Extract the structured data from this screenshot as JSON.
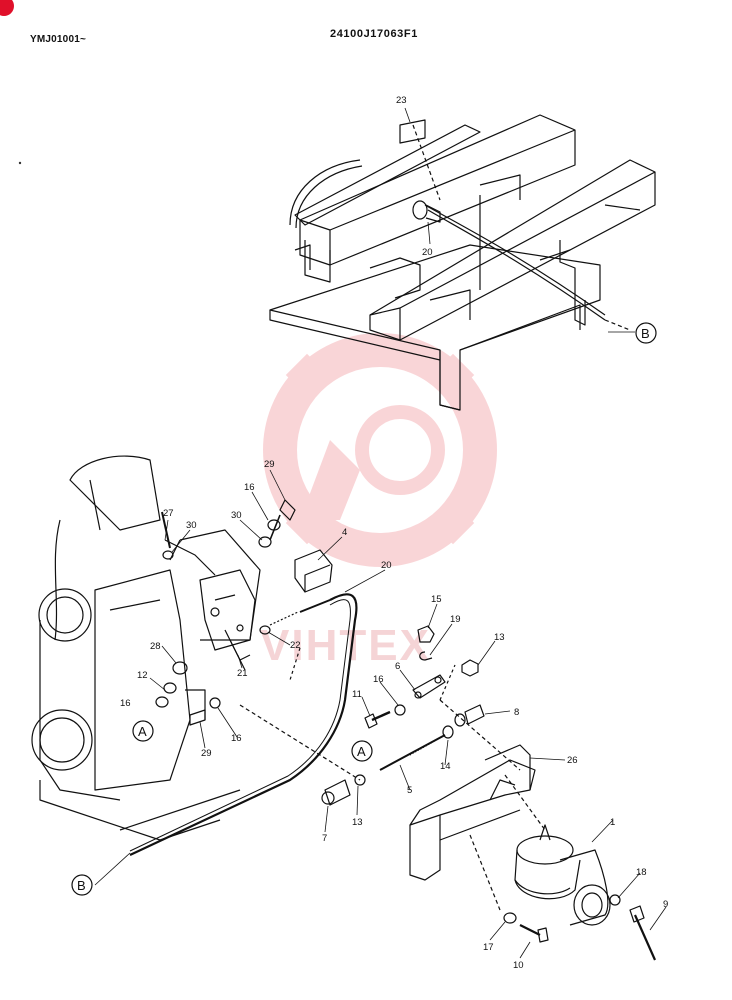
{
  "header": {
    "serial_range": "YMJ01001~",
    "drawing_number": "24100J17063F1"
  },
  "watermark": {
    "text": "VIHTEX",
    "color": "#f08a90"
  },
  "colors": {
    "ink": "#111111",
    "corner_mark": "#e0102a"
  },
  "callouts": [
    {
      "id": "c23",
      "label": "23"
    },
    {
      "id": "c20a",
      "label": "20"
    },
    {
      "id": "c29a",
      "label": "29"
    },
    {
      "id": "c16a",
      "label": "16"
    },
    {
      "id": "c30a",
      "label": "30"
    },
    {
      "id": "c27",
      "label": "27"
    },
    {
      "id": "c30b",
      "label": "30"
    },
    {
      "id": "c4",
      "label": "4"
    },
    {
      "id": "c20b",
      "label": "20"
    },
    {
      "id": "c15",
      "label": "15"
    },
    {
      "id": "c19",
      "label": "19"
    },
    {
      "id": "c13a",
      "label": "13"
    },
    {
      "id": "c22",
      "label": "22"
    },
    {
      "id": "c21",
      "label": "21"
    },
    {
      "id": "c28",
      "label": "28"
    },
    {
      "id": "c6",
      "label": "6"
    },
    {
      "id": "c12",
      "label": "12"
    },
    {
      "id": "c16b",
      "label": "16"
    },
    {
      "id": "c11",
      "label": "11"
    },
    {
      "id": "c16c",
      "label": "16"
    },
    {
      "id": "c8",
      "label": "8"
    },
    {
      "id": "c29b",
      "label": "29"
    },
    {
      "id": "c16d",
      "label": "16"
    },
    {
      "id": "c14",
      "label": "14"
    },
    {
      "id": "c26",
      "label": "26"
    },
    {
      "id": "c5",
      "label": "5"
    },
    {
      "id": "c7",
      "label": "7"
    },
    {
      "id": "c13b",
      "label": "13"
    },
    {
      "id": "c1",
      "label": "1"
    },
    {
      "id": "c18",
      "label": "18"
    },
    {
      "id": "c9",
      "label": "9"
    },
    {
      "id": "c17",
      "label": "17"
    },
    {
      "id": "c10",
      "label": "10"
    }
  ],
  "references": [
    {
      "id": "refB1",
      "label": "B"
    },
    {
      "id": "refB2",
      "label": "B"
    },
    {
      "id": "refA1",
      "label": "A"
    },
    {
      "id": "refA2",
      "label": "A"
    }
  ]
}
